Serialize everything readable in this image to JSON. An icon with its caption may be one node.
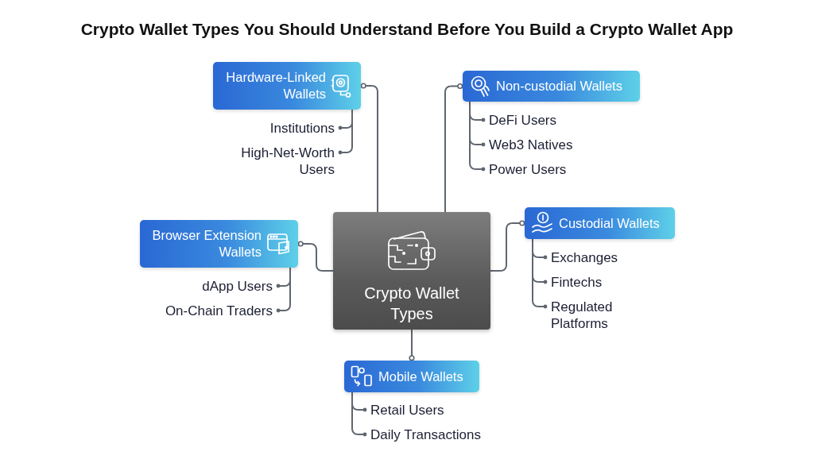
{
  "diagram": {
    "title": "Crypto Wallet Types You Should Understand Before You Build a Crypto Wallet App",
    "nodes": [
      {
        "text": [
          "Crypto Wallet Types"
        ]
      },
      {
        "text": [
          "Hardware-Linked Wallets"
        ]
      },
      {
        "text": [
          "Institutions"
        ]
      },
      {
        "text": [
          "High-Net-Worth Users"
        ]
      },
      {
        "text": [
          "Non-custodial Wallets"
        ]
      },
      {
        "text": [
          "DeFi Users"
        ]
      },
      {
        "text": [
          "Web3 Natives"
        ]
      },
      {
        "text": [
          "Power Users"
        ]
      },
      {
        "text": [
          "Browser Extension Wallets"
        ]
      },
      {
        "text": [
          "dApp Users"
        ]
      },
      {
        "text": [
          "On-Chain Traders"
        ]
      },
      {
        "text": [
          "Custodial Wallets"
        ]
      },
      {
        "text": [
          "Exchanges"
        ]
      },
      {
        "text": [
          "Fintechs"
        ]
      },
      {
        "text": [
          "Regulated Platforms"
        ]
      },
      {
        "text": [
          "Mobile Wallets"
        ]
      },
      {
        "text": [
          "Retail Users"
        ]
      },
      {
        "text": [
          "Daily Transactions"
        ]
      }
    ],
    "edges": [
      {
        "from": 0,
        "to": 1,
        "arrow": "other"
      },
      {
        "from": 0,
        "to": 4,
        "arrow": "other"
      },
      {
        "from": 0,
        "to": 8,
        "arrow": "other"
      },
      {
        "from": 0,
        "to": 11,
        "arrow": "other"
      },
      {
        "from": 0,
        "to": 15,
        "arrow": "other"
      },
      {
        "from": 1,
        "to": 2,
        "arrow": "other"
      },
      {
        "from": 1,
        "to": 3,
        "arrow": "other"
      },
      {
        "from": 4,
        "to": 5,
        "arrow": "other"
      },
      {
        "from": 4,
        "to": 6,
        "arrow": "other"
      },
      {
        "from": 4,
        "to": 7,
        "arrow": "other"
      },
      {
        "from": 8,
        "to": 9,
        "arrow": "other"
      },
      {
        "from": 8,
        "to": 10,
        "arrow": "other"
      },
      {
        "from": 11,
        "to": 12,
        "arrow": "other"
      },
      {
        "from": 11,
        "to": 13,
        "arrow": "other"
      },
      {
        "from": 11,
        "to": 14,
        "arrow": "other"
      },
      {
        "from": 15,
        "to": 16,
        "arrow": "other"
      },
      {
        "from": 15,
        "to": 17,
        "arrow": "other"
      }
    ]
  }
}
